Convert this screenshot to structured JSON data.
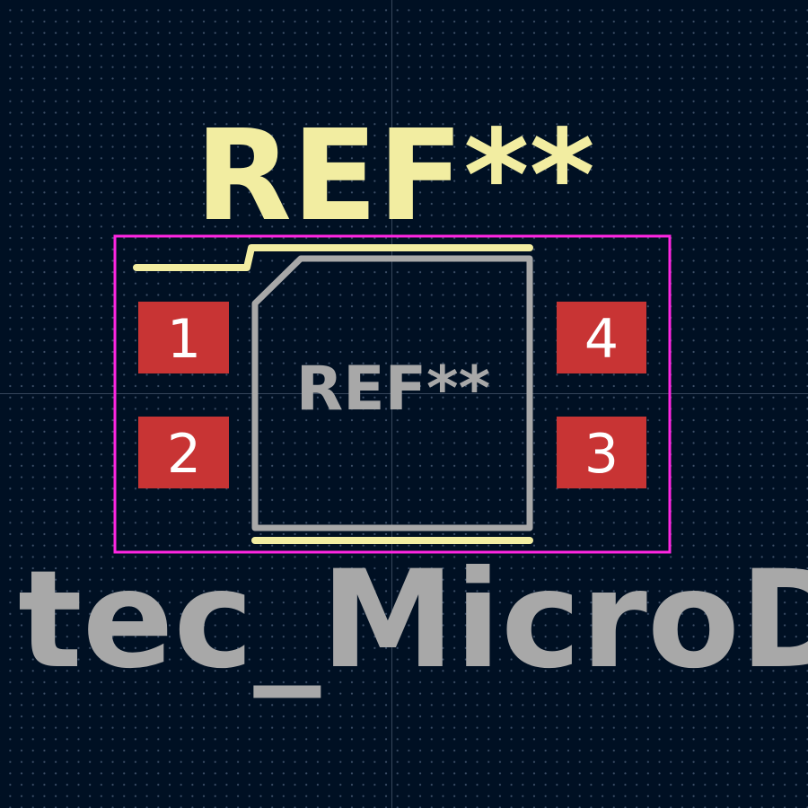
{
  "colors": {
    "background": "#001023",
    "silkscreen": "#f2eda1",
    "fabrication": "#a8a8a8",
    "courtyard": "#ff26e2",
    "pad": "#c83434",
    "pad_text": "#ffffff",
    "crosshair": "#5a6a80"
  },
  "footprint": {
    "reference_silk": "REF**",
    "reference_fab": "REF**",
    "value": "tec_MicroDil",
    "pads": [
      {
        "number": "1"
      },
      {
        "number": "2"
      },
      {
        "number": "3"
      },
      {
        "number": "4"
      }
    ]
  }
}
